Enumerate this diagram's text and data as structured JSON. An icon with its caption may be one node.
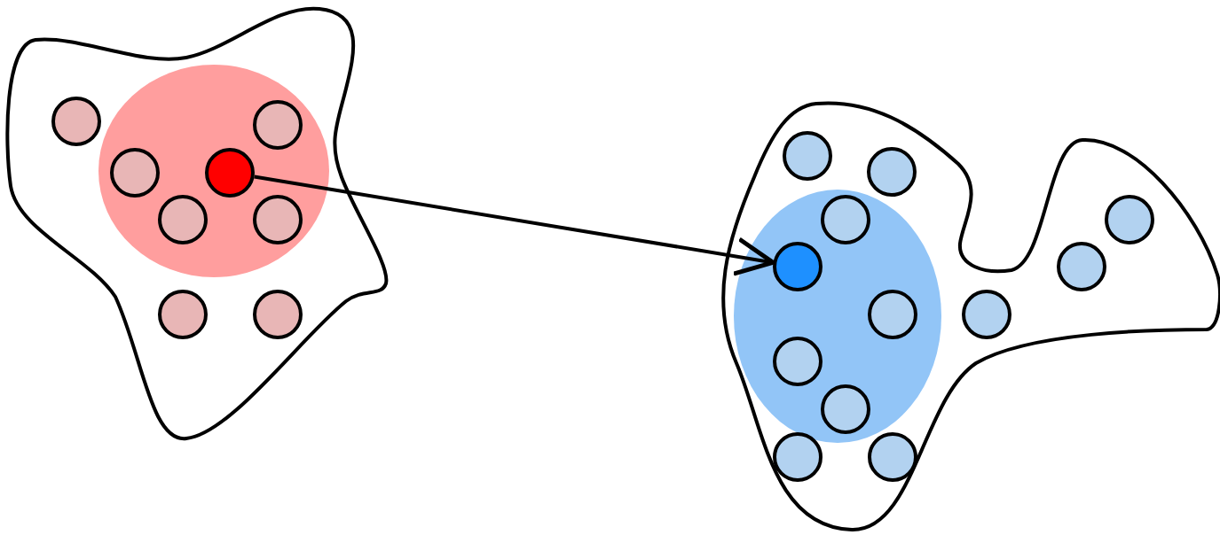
{
  "diagram": {
    "nodes": [
      {
        "text": [],
        "shape": "blob"
      },
      {
        "text": [],
        "shape": "ellipse",
        "in": 0
      },
      {
        "text": [],
        "shape": "circle",
        "in": 0
      },
      {
        "text": [],
        "shape": "circle",
        "in": 1
      },
      {
        "text": [],
        "shape": "circle",
        "in": 1
      },
      {
        "text": [],
        "shape": "circle",
        "in": 1
      },
      {
        "text": [],
        "shape": "circle",
        "in": 1
      },
      {
        "text": [],
        "shape": "circle",
        "in": 1
      },
      {
        "text": [],
        "shape": "circle",
        "in": 0
      },
      {
        "text": [],
        "shape": "circle",
        "in": 0
      },
      {
        "text": [],
        "shape": "blob"
      },
      {
        "text": [],
        "shape": "ellipse",
        "in": 10
      },
      {
        "text": [],
        "shape": "circle",
        "in": 10
      },
      {
        "text": [],
        "shape": "circle",
        "in": 10
      },
      {
        "text": [],
        "shape": "circle",
        "in": 11
      },
      {
        "text": [],
        "shape": "circle",
        "in": 11
      },
      {
        "text": [],
        "shape": "circle",
        "in": 11
      },
      {
        "text": [],
        "shape": "circle",
        "in": 10
      },
      {
        "text": [],
        "shape": "circle",
        "in": 10
      },
      {
        "text": [],
        "shape": "circle",
        "in": 10
      },
      {
        "text": [],
        "shape": "circle",
        "in": 11
      },
      {
        "text": [],
        "shape": "circle",
        "in": 11
      },
      {
        "text": [],
        "shape": "circle",
        "in": 10
      },
      {
        "text": [],
        "shape": "circle",
        "in": 10
      }
    ],
    "edges": [
      {
        "from": 5,
        "to": 15,
        "arrow": "to"
      }
    ]
  }
}
